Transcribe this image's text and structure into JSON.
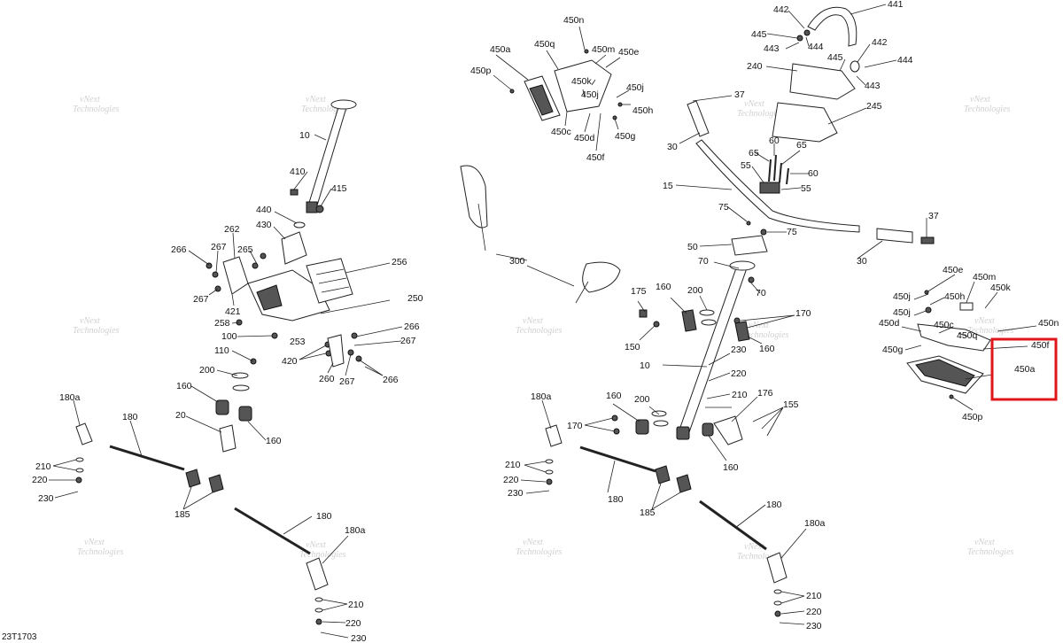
{
  "diagram_code": "23T1703",
  "watermark_a": "vNext",
  "watermark_b": "Technologies",
  "highlight_target": "450a",
  "labels": {
    "l10a": "10",
    "l410": "410",
    "l415": "415",
    "l440": "440",
    "l430": "430",
    "l256": "256",
    "l250": "250",
    "l262": "262",
    "l267a": "267",
    "l266a": "266",
    "l265": "265",
    "l267b": "267",
    "l421": "421",
    "l258": "258",
    "l253": "253",
    "l266b": "266",
    "l267c": "267",
    "l100": "100",
    "l110": "110",
    "l420": "420",
    "l260": "260",
    "l267d": "267",
    "l266c": "266",
    "l200a": "200",
    "l160a": "160",
    "l20": "20",
    "l160b": "160",
    "l180aA": "180a",
    "l180A": "180",
    "l210A": "210",
    "l220A": "220",
    "l230A": "230",
    "l185A": "185",
    "l180B": "180",
    "l180aB": "180a",
    "l210B": "210",
    "l220B": "220",
    "l230B": "230",
    "l450n": "450n",
    "l450a1": "450a",
    "l450q1": "450q",
    "l450m1": "450m",
    "l450e1": "450e",
    "l450p1": "450p",
    "l450k1": "450k",
    "l450j1": "450j",
    "l450j2": "450j",
    "l450h1": "450h",
    "l450c1": "450c",
    "l450d1": "450d",
    "l450g1": "450g",
    "l450f1": "450f",
    "l442a": "442",
    "l441": "441",
    "l445a": "445",
    "l444a": "444",
    "l443a": "443",
    "l442b": "442",
    "l445b": "445",
    "l444b": "444",
    "l443b": "443",
    "l240": "240",
    "l245": "245",
    "l37a": "37",
    "l30a": "30",
    "l60a": "60",
    "l65a": "65",
    "l65b": "65",
    "l55a": "55",
    "l60b": "60",
    "l55b": "55",
    "l15": "15",
    "l75a": "75",
    "l75b": "75",
    "l50": "50",
    "l37b": "37",
    "l30b": "30",
    "l70a": "70",
    "l70b": "70",
    "l300": "300",
    "l175": "175",
    "l160c": "160",
    "l200b": "200",
    "l170a": "170",
    "l150": "150",
    "l160d": "160",
    "l10b": "10",
    "l230C": "230",
    "l220C": "220",
    "l210C": "210",
    "l176": "176",
    "l155": "155",
    "l160e": "160",
    "l180aC": "180a",
    "l170b": "170",
    "l200c": "200",
    "l160f": "160",
    "l210D": "210",
    "l220D": "220",
    "l230D": "230",
    "l180C": "180",
    "l185B": "185",
    "l180D": "180",
    "l180aD": "180a",
    "l210E": "210",
    "l220E": "220",
    "l230E": "230",
    "l450e2": "450e",
    "l450m2": "450m",
    "l450j3": "450j",
    "l450h2": "450h",
    "l450k2": "450k",
    "l450j4": "450j",
    "l450n2": "450n",
    "l450d2": "450d",
    "l450c2": "450c",
    "l450q2": "450q",
    "l450f2": "450f",
    "l450g2": "450g",
    "l450a2": "450a",
    "l450p2": "450p"
  }
}
